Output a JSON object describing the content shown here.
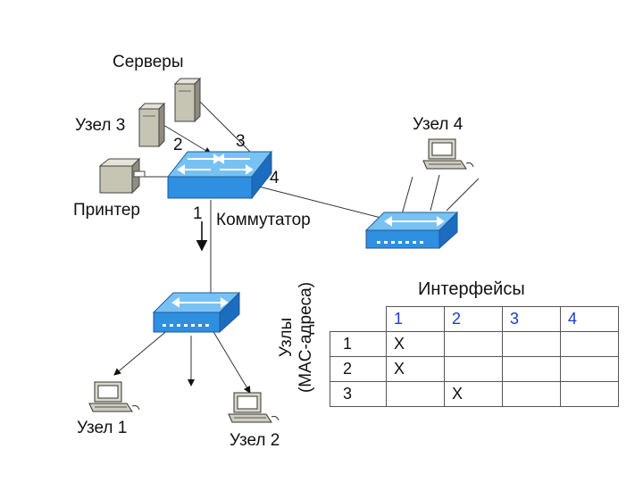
{
  "labels": {
    "servers": "Серверы",
    "node3": "Узел 3",
    "node4": "Узел 4",
    "printer": "Принтер",
    "switch": "Коммутатор",
    "node1": "Узел 1",
    "node2": "Узел 2"
  },
  "ports": {
    "p1": "1",
    "p2": "2",
    "p3": "3",
    "p4": "4"
  },
  "table": {
    "title": "Интерфейсы",
    "axis_line1": "Узлы",
    "axis_line2": "(MAC-адреса)",
    "columns": [
      "1",
      "2",
      "3",
      "4"
    ],
    "rows": [
      {
        "label": "1",
        "cells": [
          "X",
          "",
          "",
          ""
        ]
      },
      {
        "label": "2",
        "cells": [
          "X",
          "",
          "",
          ""
        ]
      },
      {
        "label": "3",
        "cells": [
          "",
          "X",
          "",
          ""
        ]
      }
    ]
  },
  "colors": {
    "switch_body": "#2f8fe0",
    "switch_top": "#78c2f3",
    "header_text": "#1a3cc8"
  }
}
